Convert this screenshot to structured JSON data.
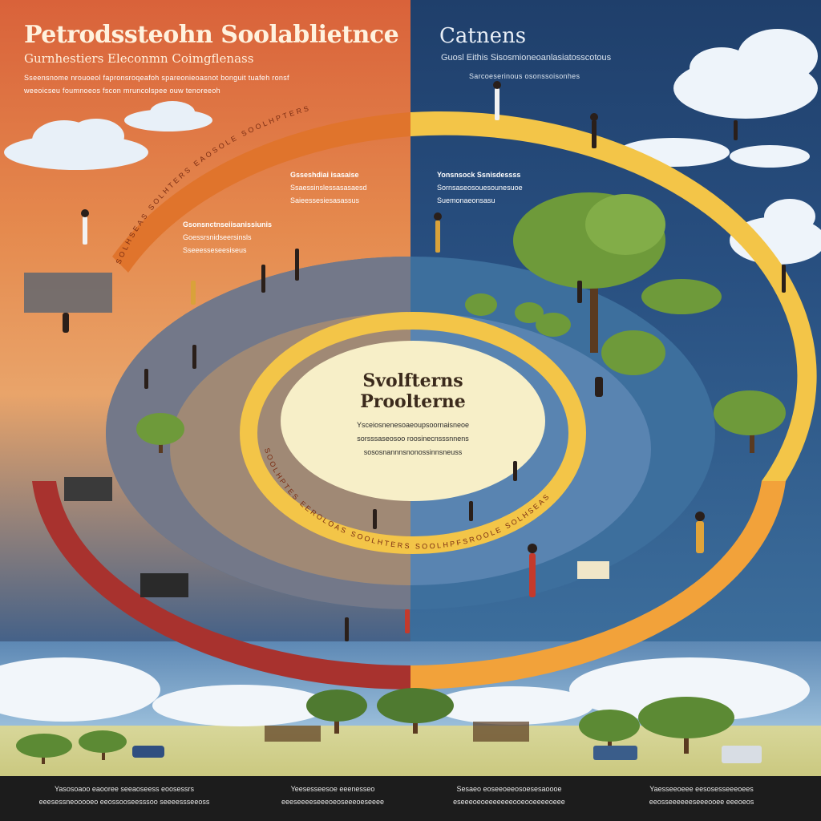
{
  "header_left": {
    "title": "Petrodssteohn Soolablietnce",
    "subtitle": "Gurnhestiers Eleconmn Coimgflenass",
    "lines": [
      "Sseensnome nrouoeol fapronsroqeafoh spareonieoasnot bonguit tuafeh ronsf",
      "weeoicseu foumnoeos fscon mruncolspee ouw tenoreeoh"
    ]
  },
  "header_right": {
    "title": "Catnens",
    "subtitle": "Guosl Eithis Sisosmioneoanlasiatosscotous",
    "line": "Sarcoeserinous osonssoisonhes"
  },
  "labels": {
    "upper_left": {
      "head": "Gsseshdiai isasaise",
      "lines": [
        "Ssaessinslessasasaesd",
        "Saieessesiesasassus"
      ]
    },
    "middle_left": {
      "head": "Gsonsnctnseiisanissiunis",
      "lines": [
        "Goessrsnidseersinsls",
        "Sseeesseseesiseus"
      ]
    },
    "upper_right": {
      "head": "Yonsnsock Ssnisdessss",
      "lines": [
        "Sornsaseosouesounesuoe",
        "Suemonaeonsasu"
      ]
    }
  },
  "ring_text": {
    "outer": "SOLHSEAS SOLHTERS EAOSOLE SOOLHPTERS",
    "inner": "SOOLHPTES EEROLOAS SOOLHTERS SOOLHPFSROOLE SOLHSEAS"
  },
  "center": {
    "title_line1": "Svolfterns",
    "title_line2": "Proolterne",
    "lines": [
      "Ysceiosnenesoaeoupsoornaisneoe",
      "sorsssaseosoo roosinecnsssnnens",
      "sososnannnsnonossinnsneuss"
    ]
  },
  "footer": [
    [
      "Yasosoaoo eaooree seeaoseess eoosessrs",
      "eeesessneooooeo eeossooseesssoo seeeessseeoss"
    ],
    [
      "Yeesesseesoe eeenesseo",
      "eeeseeeeseeeoeoseeeoeseeee"
    ],
    [
      "Sesaeo eoseeoeeosoesesaoooe",
      "eseeeoeoeeeeeeeooeooeeeeoeee"
    ],
    [
      "Yaesseeoeee eesosesseeeoees",
      "eeosseeeeeeseeeooee eeeoeos"
    ]
  ],
  "colors": {
    "left_accent": "#d9623a",
    "right_accent": "#1f3f6b",
    "ring_yellow": "#f2b53a",
    "ring_orange": "#ee8a2a",
    "ring_red": "#a8322e",
    "center_cream": "#f7efc8",
    "tree_green": "#6e9a3a"
  },
  "icons": [
    "cloud-icon",
    "tree-icon",
    "person-figure-icon",
    "vehicle-icon"
  ]
}
